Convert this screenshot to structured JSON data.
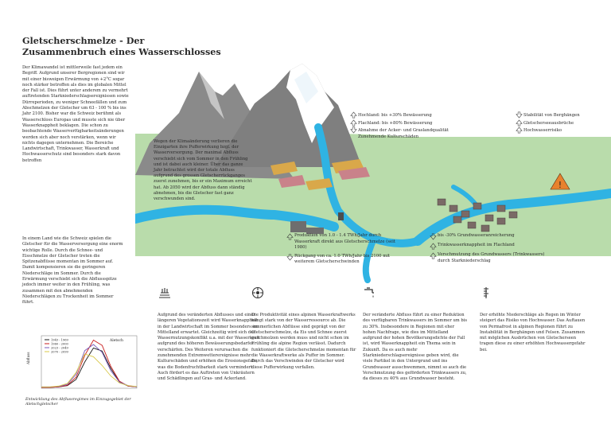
{
  "title": "Gletscherschmelze - Der Zusammenbruch eines Wasserschlosses",
  "intro_text": "Der Klimawandel ist mittlerweile fast jedem ein Begriff. Aufgrund unserer Bergregionen sind wir mit einer bisweigen Erwärmung von +2°C sogar noch stärker betroffen als dies im globalen Mittel der Fall ist. Dies führt unter anderem zu vermehrt auftretenden Starkniederschlagsereignissen sowie Dürreperioden, zu weniger Schneefällen und zum Abschmelzen der Gletscher um 63 - 100 % bis ins Jahr 2100. Bisher war die Schweiz berühmt als Wasserschloss Europas und musste sich nie über Wasserknappheit beklagen. Die schon zu beobachtende Wasserverfügbarkeitsänderungen werden sich aber noch verstärken, wenn wir nichts dagegen unternehmen. Die Bereiche Landwirtschaft, Trinkwasser, Wasserkraft und Hochwasserschutz sind besonders stark davon betroffen",
  "glacier_text": "In einem Land wie die Schweiz spielen die Gletscher für die Wasserversorgung eine enorm wichtige Rolle. Durch die Schnee- und Eisschmelze der Gletscher treten die Spitzenabflüsse momentan im Sommer auf. Damit kompensieren sie die geringeren Niederschläge im Sommer. Durch die Erwärmung verschiebt sich die Abflussspitze jedoch immer weiter in den Frühling, was zusammen mit den abnehmenden Niederschlägen zu Trockenheit im Sommer führt.",
  "map_note": "Wegen der Klimaänderung verlieren die Einzigarten ihre Pufferwirkung bzgl. der Wasserversorgung. Der maximal Abfluss verschiebt sich vom Sommer in den Frühling und ist dabei auch kleiner. Über das ganze Jahr betrachtet wird der totale Abfluss aufgrund des grossen Gletscherrückganges zuerst zunehmen, bis er ein Maximum erreicht hat. Ab 2050 wird der Abfluss dann ständig abnehmen, bis die Gletscher fast ganz verschwunden sind.",
  "agri_notes": [
    {
      "dir": "up",
      "text": "Hochland: bis +30% Bewässerung"
    },
    {
      "dir": "up",
      "text": "Flachland: bis +80% Bewässerung"
    },
    {
      "dir": "down",
      "text": "Abnahme der Acker- und Graslandqualität"
    },
    {
      "dir": "none",
      "text": "Zunehmende Kulturschäden"
    }
  ],
  "flood_notes": [
    {
      "dir": "down",
      "text": "Stabilität von Berghängen"
    },
    {
      "dir": "up",
      "text": "Gletscherseeausbrüche"
    },
    {
      "dir": "up",
      "text": "Hochwasserrisiko"
    }
  ],
  "hydro_notes": [
    {
      "dir": "up",
      "text": "Produktion von 1.0 - 1.4 TWh/Jahr durch Wasserkraft direkt aus Gletscherschmelze (seit 1980)"
    },
    {
      "dir": "down",
      "text": "Rückgang von ca. 1.0 TWh/Jahr bis 2100 mit weiterem Gletscherschwinden"
    }
  ],
  "water_notes": [
    {
      "dir": "down",
      "text": "bis -30% Grundwasseranreicherung"
    },
    {
      "dir": "up",
      "text": "Trinkwasserknappheit im Flachland"
    },
    {
      "dir": "up",
      "text": "Verschmutzung des Grundwassers (Trinkwassers) durch Starkniederschlag"
    }
  ],
  "col_agri": "Aufgrund des veränderten Abflusses und einer längeren Vegetationszeit wird Wasserknappheit in der Landwirtschaft im Sommer besonders im Mittelland erwartet. Gleichzeitig wird sich der Wassernutzungskonflikt u.a. mit der Wasserkraft aufgrund des höheren Bewässerungsbedarfes verschärfen. Des Weiteren verursachen die zunehmenden Extremwetterereignisse mehr Kulturschäden und erhöhen die Erosionsgefahr, was die Bodenfruchtbarkeit stark vermindert. Auch fördert es das Auftreten von Unkräutern und Schädlingen auf Gras- und Ackerland.",
  "col_hydro": "Die Produktivität eines alpinen Wasserkraftwerks hängt stark von der Wasserressource ab. Die sommerlichen Abflüsse sind geprägt von der Gletscherschmelze, da Eis und Schnee zuerst geschmolzen werden muss und nicht schon im Frühling die alpine Region verlässt. Dadurch funktioniert die Gletscherschmelze momentan für die Wasserkraftwerke als Puffer im Sommer. Durch das Verschwinden der Gletscher wird diese Pufferwirkung verfallen.",
  "col_water": "Der veränderte Abfluss führt zu einer Reduktion des verfügbaren Trinkwassers im Sommer um bis zu 30%. Insbesondere in Regionen mit eher hohen Nachfrage, wie dies im Mittelland aufgrund der hohen Bevölkerungsdichte der Fall ist, wird Wasserknappheit ein Thema sein in Zukunft. Da es auch mehr Starkniederschlagsereignisse geben wird, die viele Partikel in den Untergrund und ins Grundwasser ausschwemmen, nimmt so auch die Verschmutzung des geförderten Trinkwassers zu, da dieses zu 40% aus Grundwasser besteht.",
  "col_flood": "Der erhöhte Niederschläge als Regen im Winter steigert das Risiko von Hochwasser. Das Auftauen von Permafrost in alpinen Regionen führt zu Instabilität in Berghängen und Felsen. Zusammen mit möglichen Ausbrüchen von Gletscherseen tragen diese zu einer erhöhten Hochwassergefahr bei.",
  "chart_caption": "Entwicklung des Abflussregimes im Einzugsgebiet der Aletschgletscher",
  "colors": {
    "river": "#2fb3e3",
    "land": "#b9dcab",
    "mountain": "#8a8a8a",
    "field": "#d9a84a",
    "pink_field": "#c9828a"
  },
  "chart_data": {
    "type": "line",
    "title": "Aletsch",
    "ylabel": "Abfluss",
    "x": [
      1,
      2,
      3,
      4,
      5,
      6,
      7,
      8,
      9,
      10,
      11,
      12
    ],
    "series": [
      {
        "name": "1943 - 1969",
        "color": "#1a1a1a",
        "values": [
          0.2,
          0.2,
          0.3,
          0.6,
          2.0,
          6.0,
          9.2,
          8.5,
          4.5,
          1.4,
          0.5,
          0.3
        ]
      },
      {
        "name": "1960 - 2000",
        "color": "#c81e1e",
        "values": [
          0.2,
          0.2,
          0.3,
          0.7,
          2.5,
          7.5,
          11.0,
          9.8,
          5.0,
          1.6,
          0.5,
          0.3
        ]
      },
      {
        "name": "2023 - 2049",
        "color": "#7a5ab8",
        "values": [
          0.3,
          0.3,
          0.4,
          0.9,
          3.2,
          8.6,
          10.0,
          8.2,
          4.0,
          1.4,
          0.6,
          0.3
        ]
      },
      {
        "name": "2070 - 2099",
        "color": "#d8c84a",
        "values": [
          0.3,
          0.3,
          0.5,
          1.1,
          3.6,
          7.8,
          7.2,
          5.2,
          2.8,
          1.2,
          0.6,
          0.4
        ]
      }
    ],
    "ylim": [
      0,
      12
    ]
  }
}
